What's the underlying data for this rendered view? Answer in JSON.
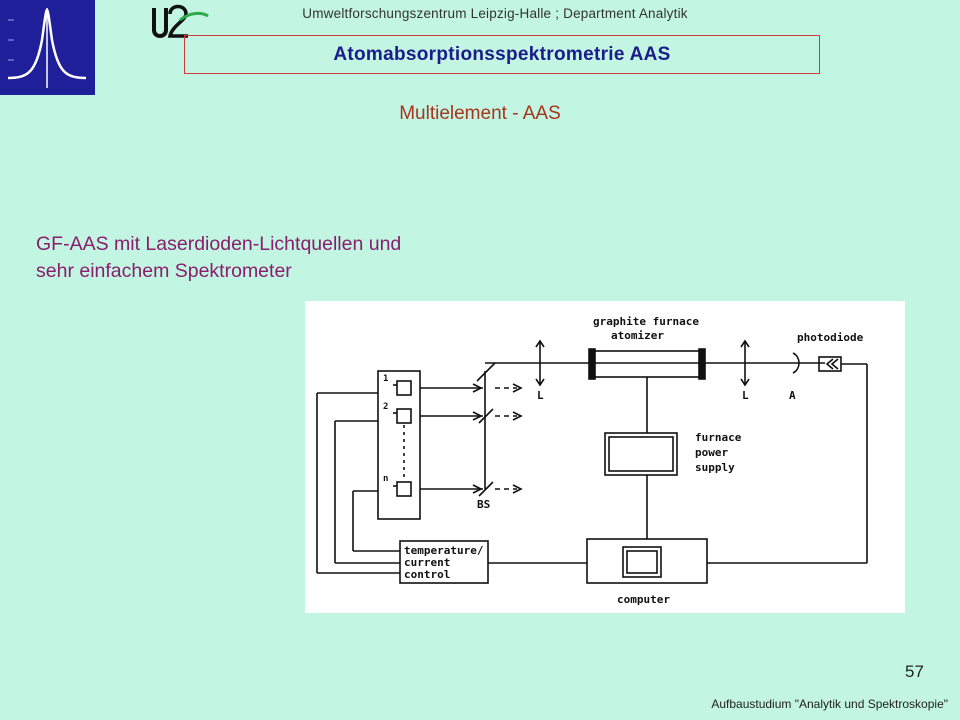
{
  "header": {
    "institute": "Umweltforschungszentrum Leipzig-Halle ; Department Analytik",
    "title": "Atomabsorptionsspektrometrie  AAS"
  },
  "subtitle": "Multielement - AAS",
  "description": "GF-AAS mit Laserdioden-Lichtquellen und sehr einfachem Spektrometer",
  "figure": {
    "labels": {
      "furnace": "graphite furnace",
      "atomizer": "atomizer",
      "photodiode": "photodiode",
      "lens_l1": "L",
      "lens_l2": "L",
      "aperture": "A",
      "power_1": "furnace",
      "power_2": "power",
      "power_3": "supply",
      "beam_splitter": "BS",
      "temp_1": "temperature/",
      "temp_2": "current",
      "temp_3": "control",
      "computer": "computer",
      "laser_1": "1",
      "laser_2": "2",
      "laser_n": "n"
    }
  },
  "page_number": "57",
  "footer": "Aufbaustudium \"Analytik und Spektroskopie\""
}
